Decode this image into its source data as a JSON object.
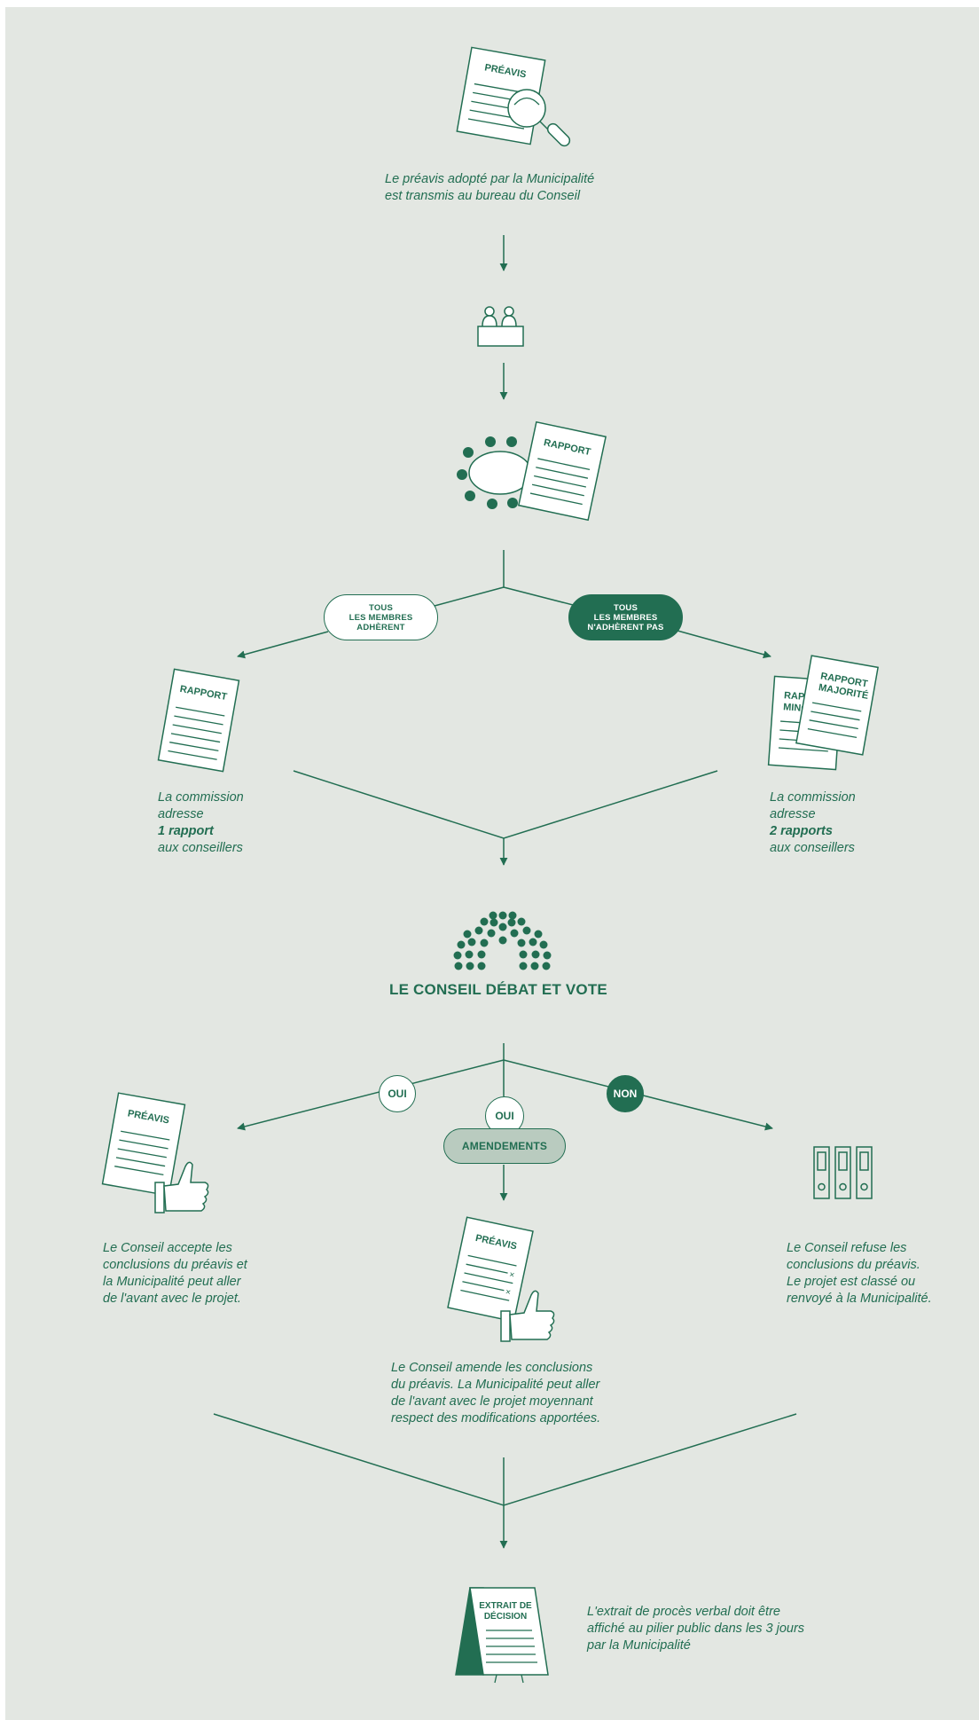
{
  "colors": {
    "primary": "#226e52",
    "background": "#e3e7e2",
    "paper": "#ffffff",
    "amend_pill": "#b9cbbf"
  },
  "doc_labels": {
    "preavis": "PRÉAVIS",
    "rapport": "RAPPORT",
    "rapport_minorite": "RAPPORT MINORITÉ",
    "rapport_majorite": "RAPPORT MAJORITÉ",
    "extrait_line1": "EXTRAIT DE",
    "extrait_line2": "DÉCISION"
  },
  "step1": {
    "caption_lines": [
      "Le préavis adopté par la Municipalité",
      "est transmis au bureau du Conseil"
    ]
  },
  "branch1": {
    "left_pill": [
      "TOUS",
      "LES MEMBRES",
      "ADHÈRENT"
    ],
    "right_pill": [
      "TOUS",
      "LES MEMBRES",
      "N'ADHÈRENT PAS"
    ],
    "left_caption": {
      "l1": "La commission",
      "l2": "adresse",
      "l3": "1 rapport",
      "l4": "aux conseillers"
    },
    "right_caption": {
      "l1": "La commission",
      "l2": "adresse",
      "l3": "2 rapports",
      "l4": "aux conseillers"
    }
  },
  "council": {
    "title": "LE CONSEIL DÉBAT ET VOTE"
  },
  "vote": {
    "oui_left": "OUI",
    "oui_center": "OUI",
    "non": "NON",
    "amendements": "AMENDEMENTS",
    "left_caption": [
      "Le Conseil accepte les",
      "conclusions du préavis et",
      "la Municipalité peut aller",
      "de l'avant avec le projet."
    ],
    "right_caption": [
      "Le Conseil refuse les",
      "conclusions du préavis.",
      "Le projet est classé ou",
      "renvoyé à la Municipalité."
    ],
    "center_caption": [
      "Le Conseil amende les conclusions",
      "du préavis. La Municipalité peut aller",
      "de l'avant avec le projet moyennant",
      "respect des modifications apportées."
    ]
  },
  "final": {
    "caption_lines": [
      "L'extrait de procès verbal doit être",
      "affiché au pilier public dans les 3 jours",
      "par la Municipalité"
    ]
  }
}
